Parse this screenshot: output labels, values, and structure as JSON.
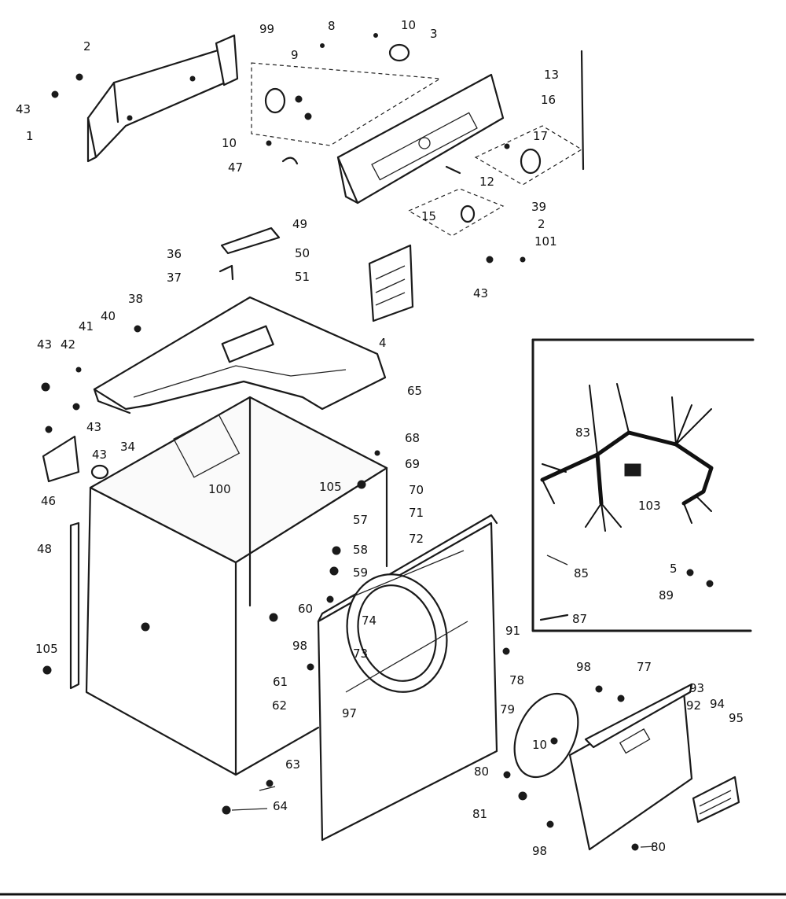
{
  "callouts": {
    "c1": "1",
    "c2a": "2",
    "c43a": "43",
    "c99": "99",
    "c8": "8",
    "c9": "9",
    "c10a": "10",
    "c3": "3",
    "c13": "13",
    "c16": "16",
    "c17": "17",
    "c10b": "10",
    "c47": "47",
    "c12": "12",
    "c15": "15",
    "c39a": "39",
    "c2b": "2",
    "c101": "101",
    "c43b": "43",
    "c49": "49",
    "c50": "50",
    "c51": "51",
    "c36": "36",
    "c37": "37",
    "c38": "38",
    "c40": "40",
    "c41": "41",
    "c43c": "43",
    "c42": "42",
    "c4": "4",
    "c65": "65",
    "c43d": "43",
    "c43e": "43",
    "c34": "34",
    "c46": "46",
    "c48": "48",
    "c100": "100",
    "c105a": "105",
    "c68": "68",
    "c69": "69",
    "c70": "70",
    "c71": "71",
    "c57": "57",
    "c72": "72",
    "c58": "58",
    "c59": "59",
    "c60a": "60",
    "c74": "74",
    "c73": "73",
    "c98a": "98",
    "c61": "61",
    "c62": "62",
    "c97": "97",
    "c105b": "105",
    "c91": "91",
    "c78": "78",
    "c79": "79",
    "c10c": "10",
    "c98b": "98",
    "c77": "77",
    "c93": "93",
    "c92": "92",
    "c94": "94",
    "c95": "95",
    "c63": "63",
    "c64": "64",
    "c80a": "80",
    "c81": "81",
    "c98c": "98",
    "c80b": "80",
    "c83": "83",
    "c103": "103",
    "c85": "85",
    "c5": "5",
    "c89": "89",
    "c87": "87"
  },
  "colors": {
    "ink": "#1a1a1a",
    "paper": "#ffffff"
  }
}
